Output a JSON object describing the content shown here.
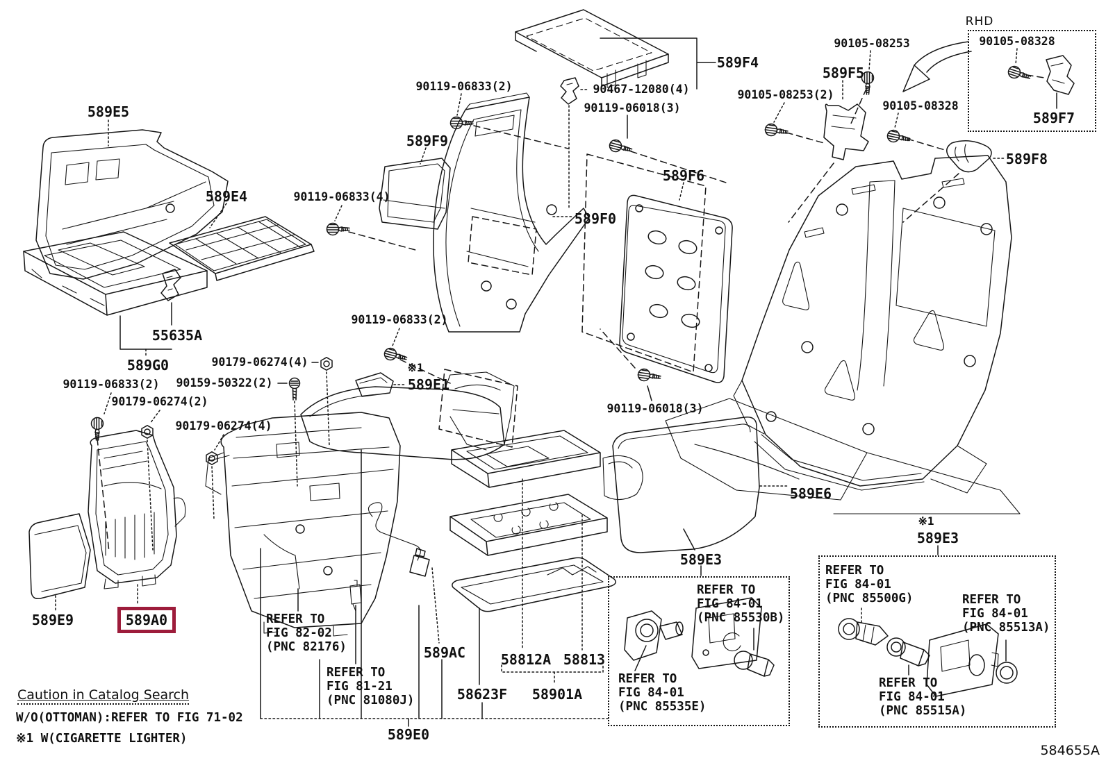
{
  "diagram": {
    "figure_code": "584655A",
    "highlight": {
      "part": "589A0",
      "color": "#9D1C3B"
    },
    "notes": {
      "caution": "Caution in Catalog Search",
      "line1": "W/O(OTTOMAN):REFER TO FIG 71-02",
      "line2": "※1 W(CIGARETTE LIGHTER)"
    },
    "labels": [
      {
        "text": "589E5"
      },
      {
        "text": "589E4"
      },
      {
        "text": "90119-06833(4)"
      },
      {
        "text": "589F9"
      },
      {
        "text": "90119-06833(2)"
      },
      {
        "text": "90467-12080(4)"
      },
      {
        "text": "90119-06018(3)"
      },
      {
        "text": "589F4"
      },
      {
        "text": "90105-08253"
      },
      {
        "text": "589F5"
      },
      {
        "text": "90105-08253(2)"
      },
      {
        "text": "90105-08328"
      },
      {
        "text": "RHD"
      },
      {
        "text": "90105-08328"
      },
      {
        "text": "589F7"
      },
      {
        "text": "589F8"
      },
      {
        "text": "589F6"
      },
      {
        "text": "589F0"
      },
      {
        "text": "55635A"
      },
      {
        "text": "589G0"
      },
      {
        "text": "90179-06274(4)"
      },
      {
        "text": "90159-50322(2)"
      },
      {
        "text": "90119-06833(2)"
      },
      {
        "text": "90179-06274(2)"
      },
      {
        "text": "90179-06274(4)"
      },
      {
        "text": "90119-06833(2)"
      },
      {
        "text": "※1"
      },
      {
        "text": "589E1"
      },
      {
        "text": "90119-06018(3)"
      },
      {
        "text": "589E6"
      },
      {
        "text": "589E9"
      },
      {
        "text": "589AC"
      },
      {
        "text": "58812A"
      },
      {
        "text": "58813"
      },
      {
        "text": "58623F"
      },
      {
        "text": "58901A"
      },
      {
        "text": "589E0"
      },
      {
        "text": "589E3"
      },
      {
        "text": "※1"
      },
      {
        "text": "589E3"
      }
    ],
    "refs": [
      {
        "text": "REFER TO\nFIG 82-02\n(PNC 82176)"
      },
      {
        "text": "REFER TO\nFIG 81-21\n(PNC 81080J)"
      },
      {
        "text": "REFER TO\nFIG 84-01\n(PNC 85530B)"
      },
      {
        "text": "REFER TO\nFIG 84-01\n(PNC 85535E)"
      },
      {
        "text": "REFER TO\nFIG 84-01\n(PNC 85500G)"
      },
      {
        "text": "REFER TO\nFIG 84-01\n(PNC 85513A)"
      },
      {
        "text": "REFER TO\nFIG 84-01\n(PNC 85515A)"
      }
    ]
  }
}
